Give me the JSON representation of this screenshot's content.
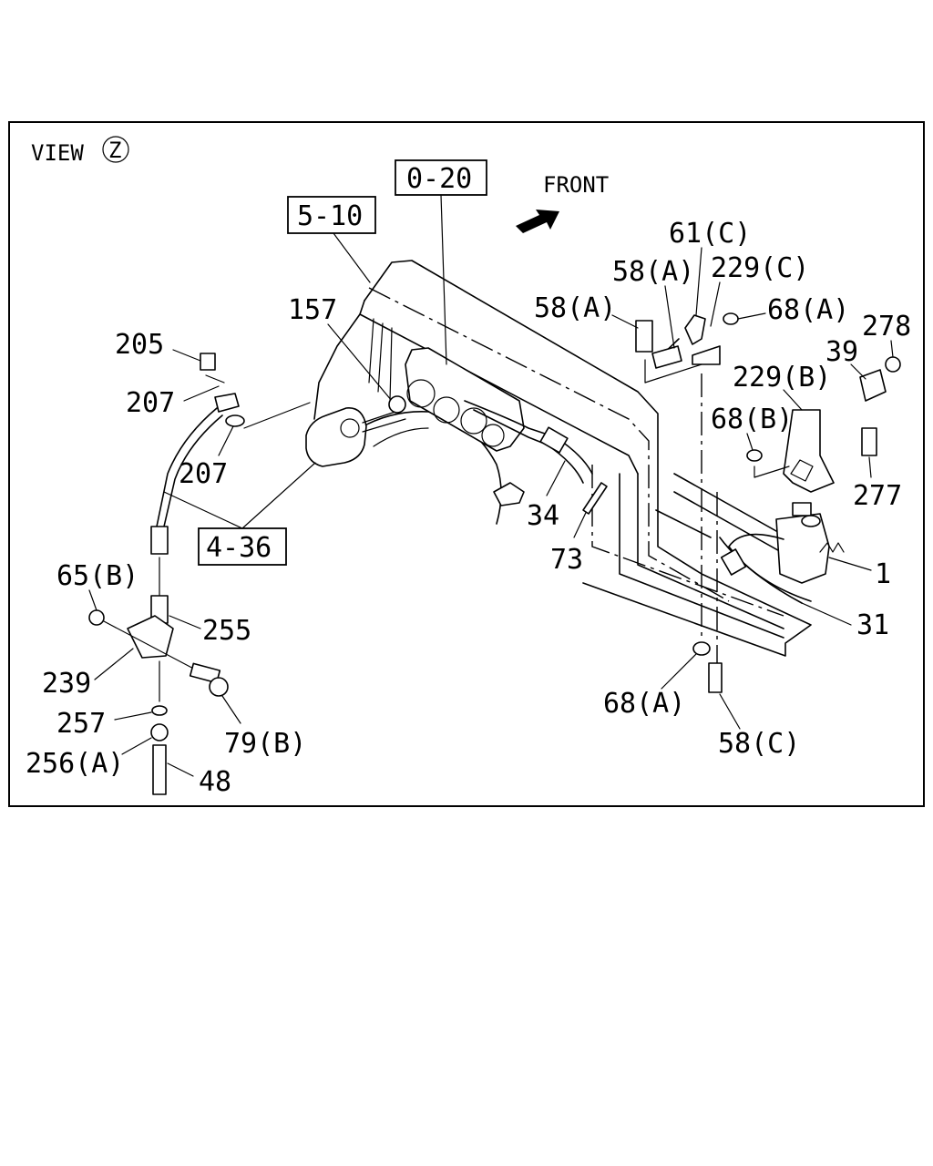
{
  "view": {
    "label": "VIEW",
    "marker": "Z"
  },
  "front": {
    "label": "FRONT"
  },
  "refs": [
    "0-20",
    "5-10",
    "4-36"
  ],
  "callouts": [
    "157",
    "205",
    "207",
    "207",
    "34",
    "73",
    "61(C)",
    "58(A)",
    "229(C)",
    "58(A)",
    "68(A)",
    "278",
    "39",
    "229(B)",
    "68(B)",
    "277",
    "1",
    "31",
    "68(A)",
    "58(C)",
    "65(B)",
    "255",
    "239",
    "79(B)",
    "257",
    "256(A)",
    "48"
  ]
}
